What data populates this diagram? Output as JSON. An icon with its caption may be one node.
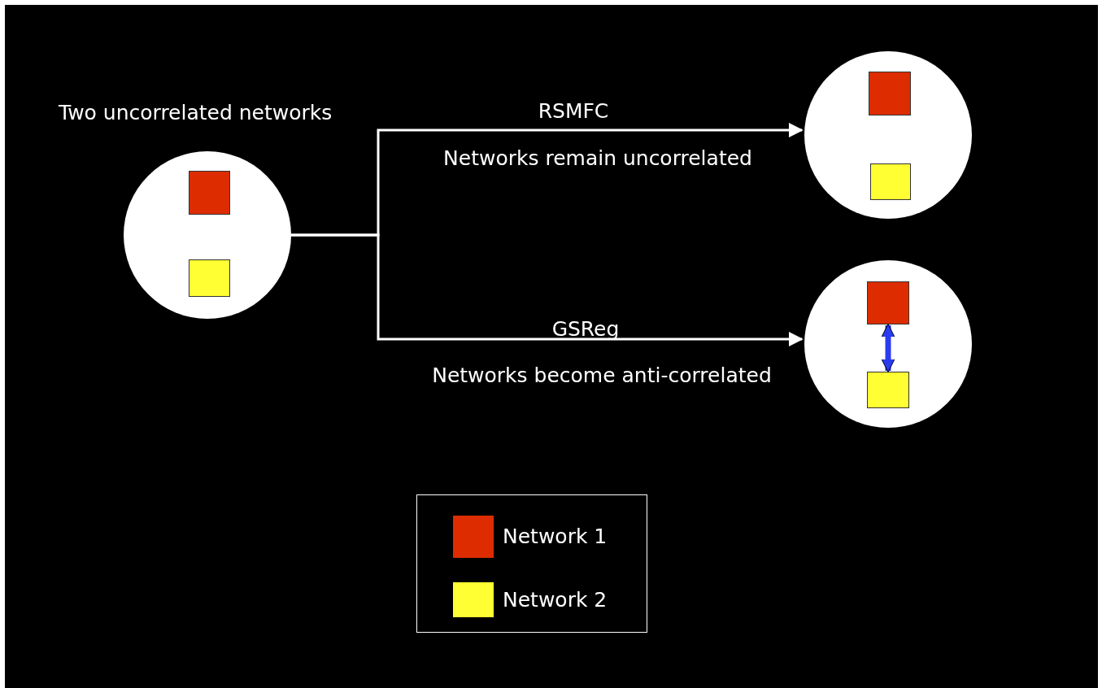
{
  "diagram": {
    "nodes": [
      {
        "text": [],
        "shape": "circle",
        "beside": [
          "Two uncorrelated networks"
        ]
      },
      {
        "text": [],
        "shape": "box",
        "in": 0
      },
      {
        "text": [],
        "shape": "box",
        "in": 0
      },
      {
        "text": [],
        "shape": "circle"
      },
      {
        "text": [],
        "shape": "box",
        "in": 3
      },
      {
        "text": [],
        "shape": "box",
        "in": 3
      },
      {
        "text": [],
        "shape": "circle"
      },
      {
        "text": [],
        "shape": "box",
        "in": 6
      },
      {
        "text": [],
        "shape": "box",
        "in": 6
      }
    ],
    "edges": [
      {
        "from": 0,
        "to": 3,
        "arrow": "to",
        "label": "RSMFC"
      },
      {
        "from": 0,
        "to": 6,
        "arrow": "to",
        "label": "GSReg"
      },
      {
        "from": 7,
        "to": 8,
        "arrow": "both",
        "style": "thick",
        "color": "#2a3cf0"
      }
    ],
    "labels": [
      "Networks remain uncorrelated",
      "Networks become anti-correlated"
    ],
    "legend": [
      {
        "text": "Network 1",
        "color": "#dd2c00"
      },
      {
        "text": "Network 2",
        "color": "#ffff33"
      }
    ]
  }
}
